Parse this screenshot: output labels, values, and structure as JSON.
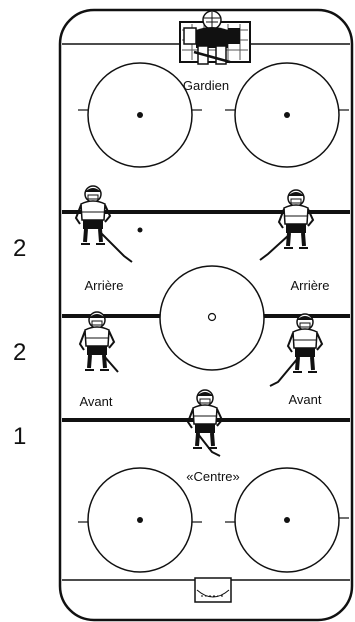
{
  "diagram": {
    "labels": {
      "gardien": "Gardien",
      "arriere_left": "Arrière",
      "arriere_right": "Arrière",
      "avant_left": "Avant",
      "avant_right": "Avant",
      "centre": "«Centre»"
    },
    "row_numbers": {
      "defense": "2",
      "wings": "2",
      "centre": "1"
    },
    "icons": [
      "goalie-player-icon",
      "hockey-player-icon",
      "goal-net-icon"
    ],
    "colors": {
      "ink": "#111111",
      "background": "#ffffff"
    }
  }
}
